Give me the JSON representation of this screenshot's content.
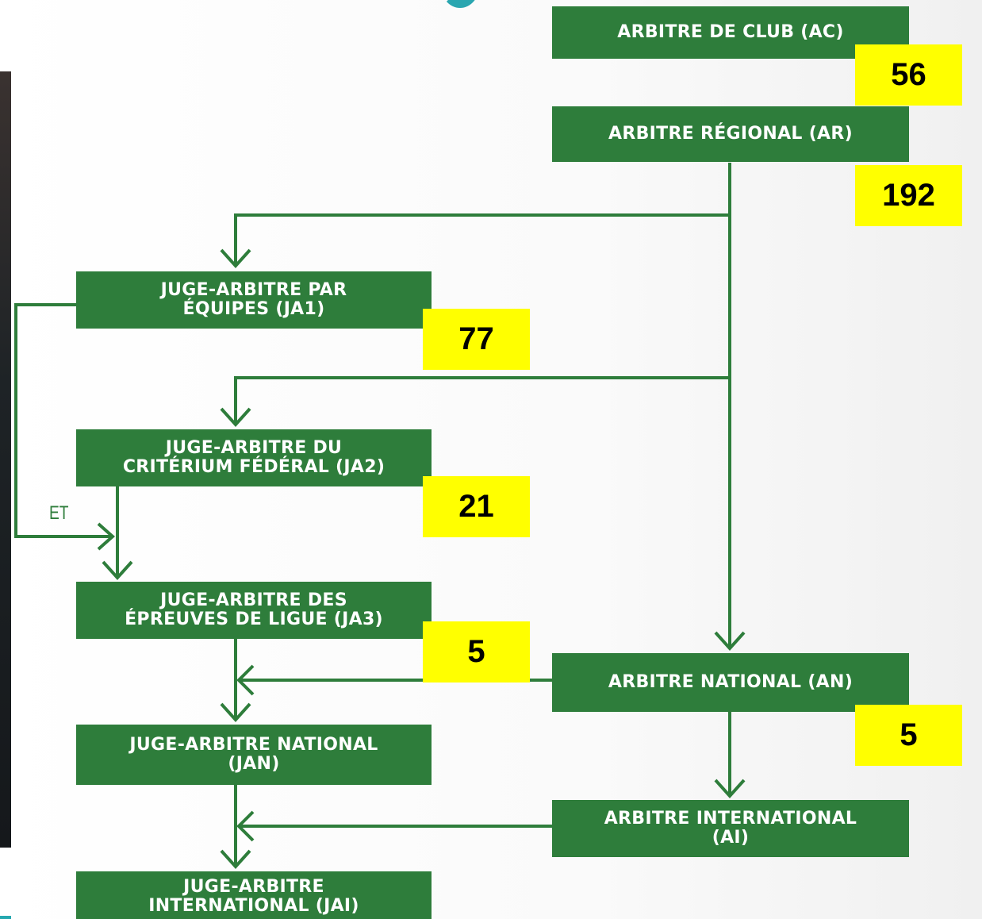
{
  "diagram": {
    "nodes": {
      "ac": {
        "label": "ARBITRE DE CLUB (AC)",
        "count": "56"
      },
      "ar": {
        "label": "ARBITRE RÉGIONAL (AR)",
        "count": "192"
      },
      "ja1": {
        "label": "JUGE-ARBITRE PAR\nÉQUIPES (JA1)",
        "count": "77"
      },
      "ja2": {
        "label": "JUGE-ARBITRE DU\nCRITÉRIUM FÉDÉRAL (JA2)",
        "count": "21"
      },
      "ja3": {
        "label": "JUGE-ARBITRE DES\nÉPREUVES DE LIGUE (JA3)",
        "count": "5"
      },
      "an": {
        "label": "ARBITRE NATIONAL (AN)",
        "count": "5"
      },
      "jan": {
        "label": "JUGE-ARBITRE NATIONAL\n(JAN)"
      },
      "ai": {
        "label": "ARBITRE INTERNATIONAL\n(AI)"
      },
      "jai": {
        "label": "JUGE-ARBITRE\nINTERNATIONAL (JAI)"
      }
    },
    "edge_label_et": "ET"
  },
  "colors": {
    "box_green": "#2e7d3b",
    "count_yellow": "#ffff00",
    "accent_teal": "#2aa6b0"
  }
}
